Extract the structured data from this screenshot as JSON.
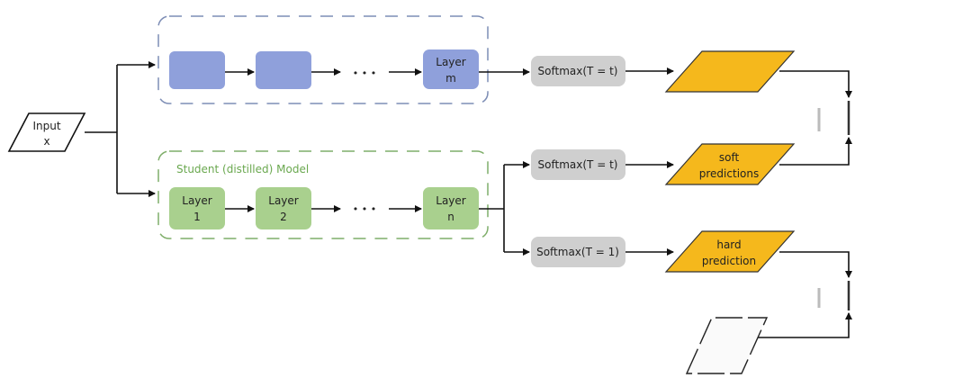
{
  "input": {
    "line1": "Input",
    "line2": "x"
  },
  "teacher": {
    "layers": [
      {
        "line1": "",
        "line2": ""
      },
      {
        "line1": "",
        "line2": ""
      },
      {
        "line1": "Layer",
        "line2": "m"
      }
    ],
    "ellipsis": "• • •",
    "softmax": "Softmax(T = t)",
    "output": "",
    "color": "#8fa0db",
    "border_color": "#7d8db5"
  },
  "student": {
    "title": "Student (distilled) Model",
    "layers": [
      {
        "line1": "Layer",
        "line2": "1"
      },
      {
        "line1": "Layer",
        "line2": "2"
      },
      {
        "line1": "Layer",
        "line2": "n"
      }
    ],
    "ellipsis": "• • •",
    "softmax_soft": "Softmax(T = t)",
    "softmax_hard": "Softmax(T = 1)",
    "soft_output": {
      "line1": "soft",
      "line2": "predictions"
    },
    "hard_output": {
      "line1": "hard",
      "line2": "prediction"
    },
    "color": "#a9d08e",
    "border_color": "#7fae6a"
  },
  "output_color": "#f5b81c",
  "softmax_color": "#cfcfcf"
}
